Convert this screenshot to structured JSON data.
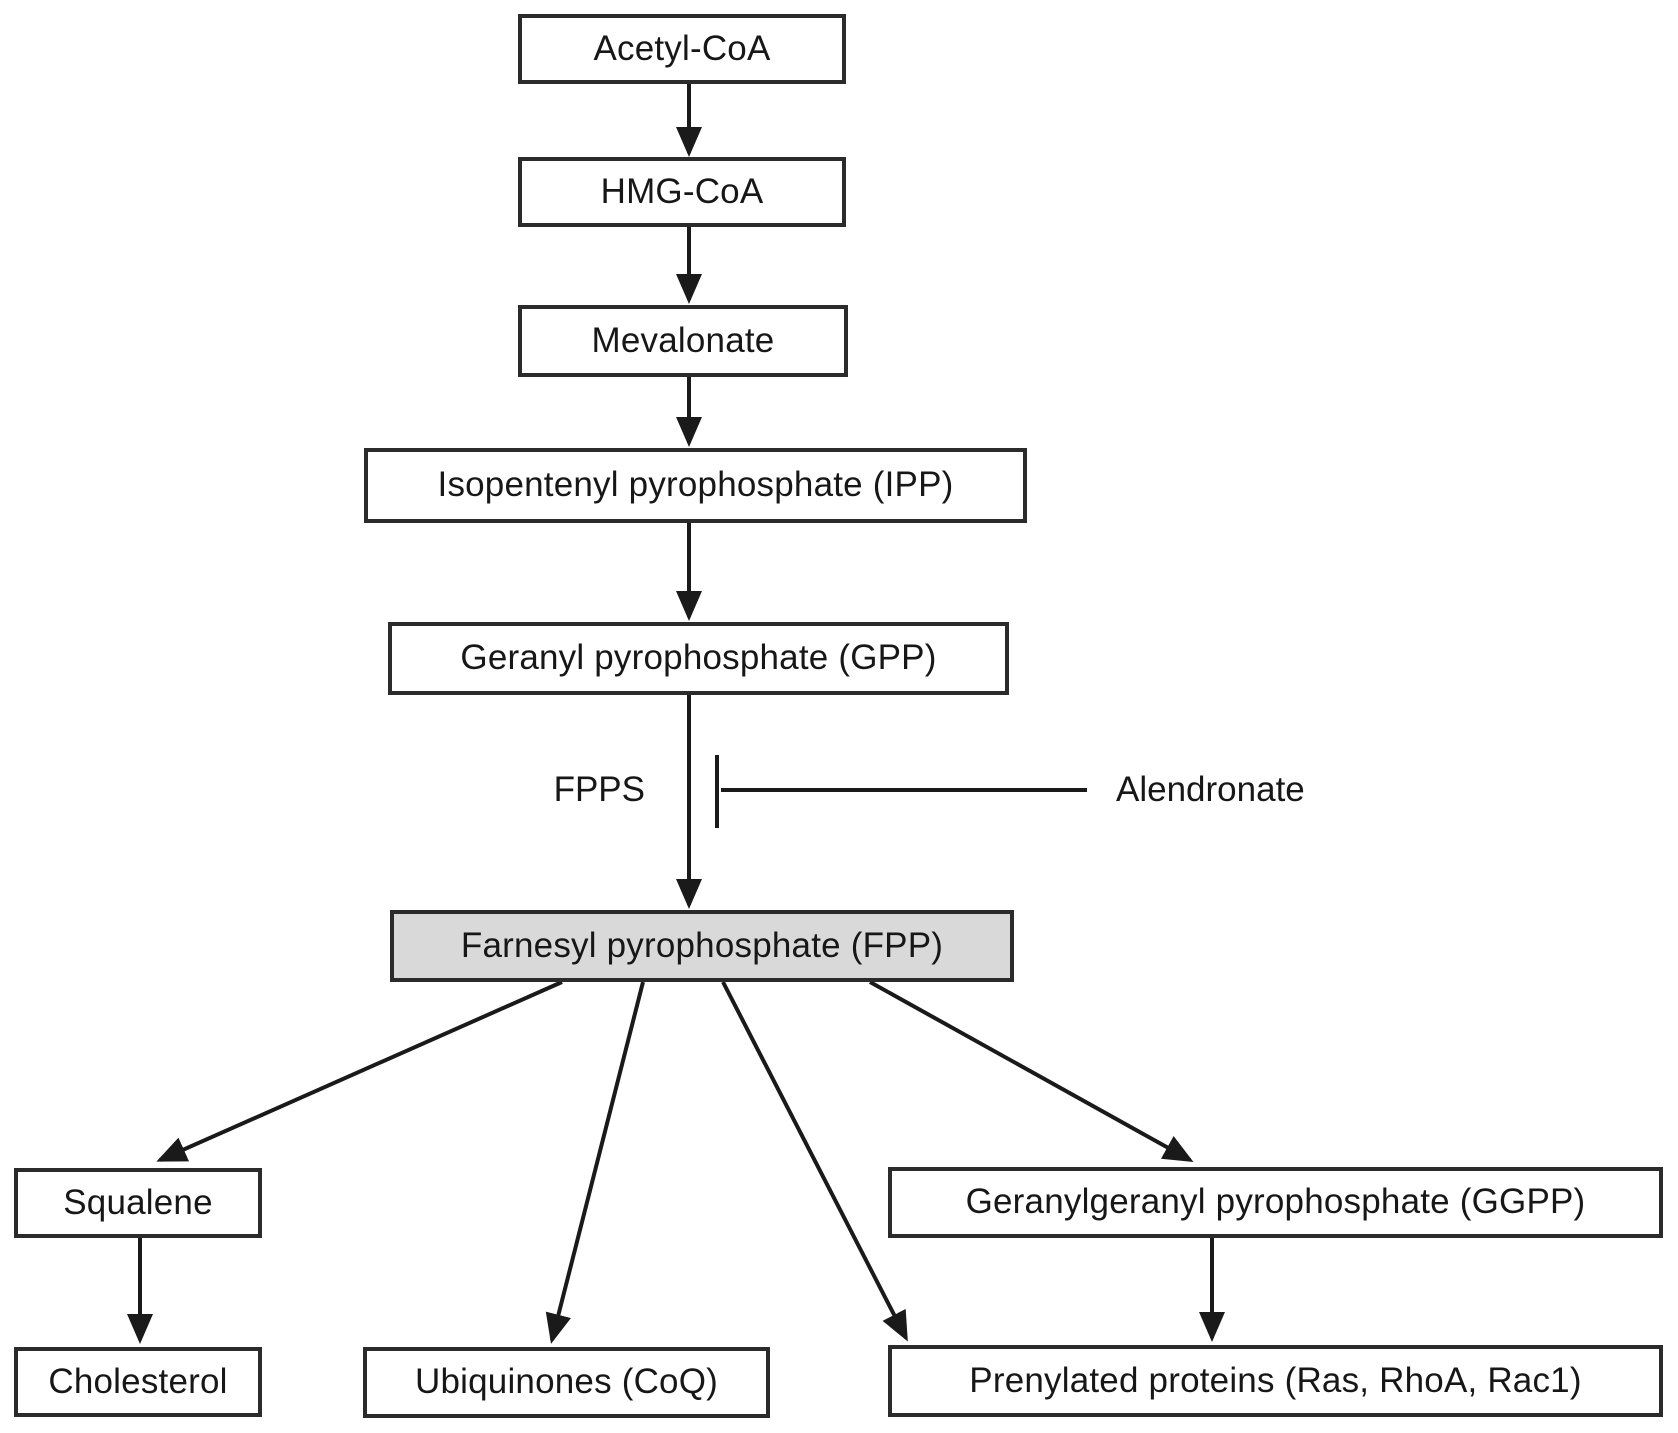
{
  "diagram": {
    "colors": {
      "background": "#ffffff",
      "node_fill": "#ffffff",
      "highlight_fill": "#d9d9d9",
      "border": "#2b2b2b",
      "line": "#1a1a1a",
      "text": "#171717"
    },
    "nodes": {
      "acetyl_coa": {
        "label": "Acetyl-CoA",
        "highlighted": false
      },
      "hmg_coa": {
        "label": "HMG-CoA",
        "highlighted": false
      },
      "mevalonate": {
        "label": "Mevalonate",
        "highlighted": false
      },
      "ipp": {
        "label": "Isopentenyl pyrophosphate (IPP)",
        "highlighted": false
      },
      "gpp": {
        "label": "Geranyl pyrophosphate (GPP)",
        "highlighted": false
      },
      "fpp": {
        "label": "Farnesyl pyrophosphate (FPP)",
        "highlighted": true
      },
      "squalene": {
        "label": "Squalene",
        "highlighted": false
      },
      "cholesterol": {
        "label": "Cholesterol",
        "highlighted": false
      },
      "ubiquinones": {
        "label": "Ubiquinones (CoQ)",
        "highlighted": false
      },
      "ggpp": {
        "label": "Geranylgeranyl pyrophosphate (GGPP)",
        "highlighted": false
      },
      "prenylated_proteins": {
        "label": "Prenylated proteins (Ras, RhoA, Rac1)",
        "highlighted": false
      }
    },
    "annotations": {
      "enzyme_label": "FPPS",
      "inhibitor_label": "Alendronate"
    },
    "edges": [
      {
        "from": "acetyl_coa",
        "to": "hmg_coa",
        "type": "arrow"
      },
      {
        "from": "hmg_coa",
        "to": "mevalonate",
        "type": "arrow"
      },
      {
        "from": "mevalonate",
        "to": "ipp",
        "type": "arrow"
      },
      {
        "from": "ipp",
        "to": "gpp",
        "type": "arrow"
      },
      {
        "from": "gpp",
        "to": "fpp",
        "type": "arrow",
        "enzyme": "FPPS",
        "inhibited_by": "Alendronate"
      },
      {
        "from": "fpp",
        "to": "squalene",
        "type": "arrow"
      },
      {
        "from": "fpp",
        "to": "ubiquinones",
        "type": "arrow"
      },
      {
        "from": "fpp",
        "to": "prenylated_proteins",
        "type": "arrow"
      },
      {
        "from": "fpp",
        "to": "ggpp",
        "type": "arrow"
      },
      {
        "from": "squalene",
        "to": "cholesterol",
        "type": "arrow"
      },
      {
        "from": "ggpp",
        "to": "prenylated_proteins",
        "type": "arrow"
      },
      {
        "from": "alendronate",
        "to": "gpp_to_fpp_step",
        "type": "inhibition"
      }
    ]
  }
}
